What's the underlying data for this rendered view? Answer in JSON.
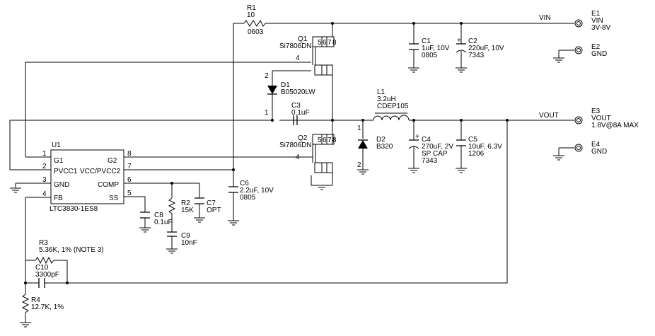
{
  "components": {
    "r1": {
      "ref": "R1",
      "value": "10",
      "package": "0603"
    },
    "q1": {
      "ref": "Q1",
      "part": "Si7806DN",
      "pin_d": "5",
      "pin_s": "6",
      "pin_g": "7",
      "pin_x": "8",
      "pin_gate": "4"
    },
    "q2": {
      "ref": "Q2",
      "part": "Si7806DN",
      "pin_d": "5",
      "pin_s": "6",
      "pin_g": "7",
      "pin_x": "8",
      "pin_gate": "4"
    },
    "d1": {
      "ref": "D1",
      "part": "B05020LW",
      "pin_a": "2",
      "pin_k": "1"
    },
    "d2": {
      "ref": "D2",
      "part": "B320",
      "pin_a": "1",
      "pin_k": "2"
    },
    "c1": {
      "ref": "C1",
      "value": "1uF, 10V",
      "package": "0805"
    },
    "c2": {
      "ref": "C2",
      "value": "220uF, 10V",
      "package": "7343"
    },
    "c3": {
      "ref": "C3",
      "value": "0.1uF"
    },
    "c4": {
      "ref": "C4",
      "value": "270uF, 2V",
      "type": "SP CAP",
      "package": "7343"
    },
    "c5": {
      "ref": "C5",
      "value": "10uF, 6.3V",
      "package": "1206"
    },
    "c6": {
      "ref": "C6",
      "value": "2.2uF, 10V",
      "package": "0805"
    },
    "c7": {
      "ref": "C7",
      "value": "OPT"
    },
    "c8": {
      "ref": "C8",
      "value": "0.1uF"
    },
    "c9": {
      "ref": "C9",
      "value": "10nF"
    },
    "c10": {
      "ref": "C10",
      "value": "3300pF"
    },
    "l1": {
      "ref": "L1",
      "value": "3.2uH",
      "part": "CDEP105"
    },
    "r2": {
      "ref": "R2",
      "value": "15K"
    },
    "r3": {
      "ref": "R3",
      "value": "5.36K, 1% (NOTE 3)"
    },
    "r4": {
      "ref": "R4",
      "value": "12.7K, 1%"
    },
    "u1": {
      "ref": "U1",
      "part": "LTC3830-1ES8",
      "pins": {
        "p1": {
          "num": "1",
          "name": "G1"
        },
        "p2": {
          "num": "2",
          "name": "PVCC1"
        },
        "p3": {
          "num": "3",
          "name": "GND"
        },
        "p4": {
          "num": "4",
          "name": "FB"
        },
        "p5": {
          "num": "5",
          "name": "SS"
        },
        "p6": {
          "num": "6",
          "name": "COMP"
        },
        "p7": {
          "num": "7",
          "name": "VCC/PVCC2"
        },
        "p8": {
          "num": "8",
          "name": "G2"
        }
      }
    }
  },
  "terminals": {
    "e1": {
      "ref": "E1",
      "label": "VIN",
      "desc": "3V-8V"
    },
    "e2": {
      "ref": "E2",
      "label": "GND"
    },
    "e3": {
      "ref": "E3",
      "label": "VOUT",
      "desc": "1.8V@8A MAX"
    },
    "e4": {
      "ref": "E4",
      "label": "GND"
    }
  },
  "nets": {
    "vin": "VIN",
    "vout": "VOUT"
  }
}
